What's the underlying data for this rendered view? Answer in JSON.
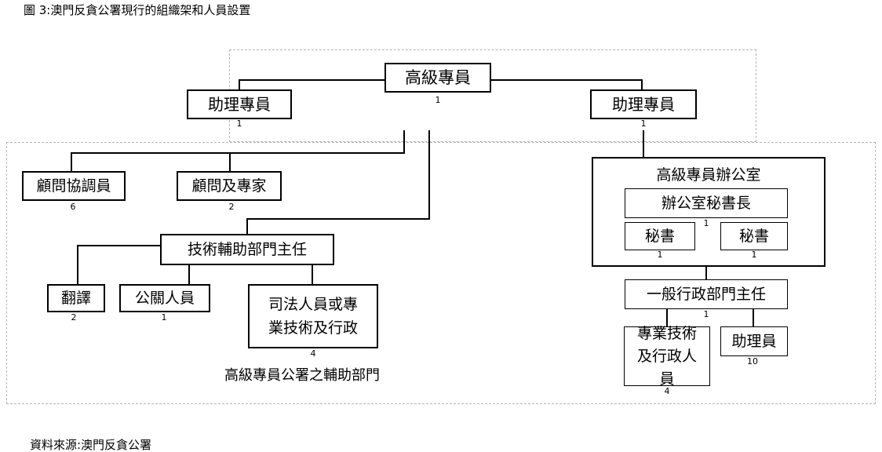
{
  "figure_title": "圖 3:澳門反貪公署現行的組織架和人員設置",
  "source": "資料來源:澳門反貪公署",
  "section_label": "高級專員公署之輔助部門",
  "nodes": {
    "commissioner": {
      "label": "高級專員",
      "count": "1"
    },
    "assistant_left": {
      "label": "助理專員",
      "count": "1"
    },
    "assistant_right": {
      "label": "助理專員",
      "count": "1"
    },
    "advisor_coordinator": {
      "label": "顧問協調員",
      "count": "6"
    },
    "advisor_expert": {
      "label": "顧問及專家",
      "count": "2"
    },
    "tech_support_head": {
      "label": "技術輔助部門主任"
    },
    "translation": {
      "label": "翻譯",
      "count": "2"
    },
    "public_relations": {
      "label": "公關人員",
      "count": "1"
    },
    "judicial_staff": {
      "label": "司法人員或專業技術及行政",
      "count": "4"
    },
    "office": {
      "label": "高級專員辦公室"
    },
    "chief_of_staff": {
      "label": "辦公室秘書長",
      "count": "1"
    },
    "secretary_1": {
      "label": "秘書",
      "count": "1"
    },
    "secretary_2": {
      "label": "秘書",
      "count": "1"
    },
    "general_admin_head": {
      "label": "一般行政部門主任",
      "count": "1"
    },
    "tech_admin_staff": {
      "label": "專業技術及行政人員",
      "count": "4"
    },
    "assistant_staff": {
      "label": "助理員",
      "count": "10"
    }
  }
}
